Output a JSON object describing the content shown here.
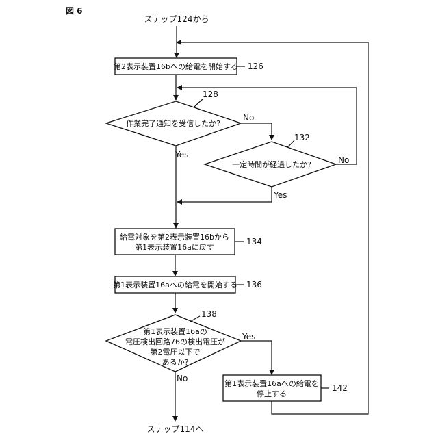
{
  "figure_label": "図 6",
  "start_label": "ステップ124から",
  "end_label": "ステップ114へ",
  "steps": {
    "s126": {
      "text": "第2表示装置16bへの給電を開始する",
      "ref": "126"
    },
    "s128": {
      "text": "作業完了通知を受信したか?",
      "ref": "128"
    },
    "s132": {
      "text": "一定時間が経過したか?",
      "ref": "132"
    },
    "s134": {
      "line1": "給電対象を第2表示装置16bから",
      "line2": "第1表示装置16aに戻す",
      "ref": "134"
    },
    "s136": {
      "text": "第1表示装置16aへの給電を開始する",
      "ref": "136"
    },
    "s138": {
      "line1": "第1表示装置16aの",
      "line2": "電圧検出回路76の検出電圧が",
      "line3": "第2電圧以下で",
      "line4": "あるか?",
      "ref": "138"
    },
    "s142": {
      "line1": "第1表示装置16aへの給電を",
      "line2": "停止する",
      "ref": "142"
    }
  },
  "branches": {
    "s128_yes": "Yes",
    "s128_no": "No",
    "s132_yes": "Yes",
    "s132_no": "No",
    "s138_yes": "Yes",
    "s138_no": "No"
  }
}
